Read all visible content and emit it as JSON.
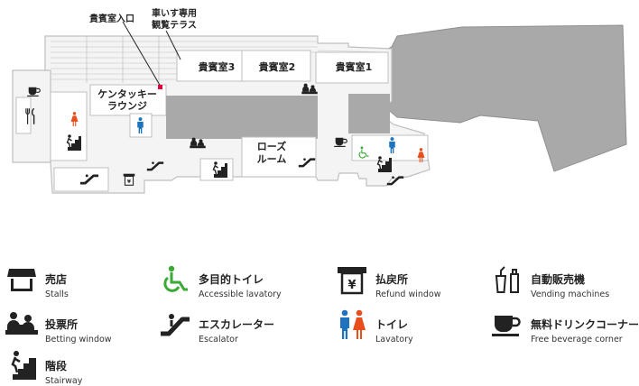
{
  "map": {
    "callouts": {
      "vip_entrance": "貴賓室入口",
      "wheelchair_terrace_line1": "車いす専用",
      "wheelchair_terrace_line2": "観覧テラス"
    },
    "rooms": {
      "vip3": "貴賓室3",
      "vip2": "貴賓室2",
      "vip1": "貴賓室1",
      "kentucky_line1": "ケンタッキー",
      "kentucky_line2": "ラウンジ",
      "rose_line1": "ローズ",
      "rose_line2": "ルーム"
    },
    "colors": {
      "floor": "#f4f4f4",
      "wall": "#cccccc",
      "stand": "#a9a9a9",
      "men": "#1e73be",
      "women": "#e84e1b",
      "accessible": "#3aaa35",
      "entrance_marker": "#e4003a"
    }
  },
  "legend": [
    {
      "icon": "stall-icon",
      "ja": "売店",
      "en": "Stalls"
    },
    {
      "icon": "accessible-toilet-icon",
      "ja": "多目的トイレ",
      "en": "Accessible lavatory"
    },
    {
      "icon": "refund-window-icon",
      "ja": "払戻所",
      "en": "Refund window"
    },
    {
      "icon": "vending-machine-icon",
      "ja": "自動販売機",
      "en": "Vending machines"
    },
    {
      "icon": "betting-window-icon",
      "ja": "投票所",
      "en": "Betting window"
    },
    {
      "icon": "escalator-icon",
      "ja": "エスカレーター",
      "en": "Escalator"
    },
    {
      "icon": "lavatory-icon",
      "ja": "トイレ",
      "en": "Lavatory"
    },
    {
      "icon": "beverage-corner-icon",
      "ja": "無料ドリンクコーナー",
      "en": "Free beverage corner"
    },
    {
      "icon": "stairway-icon",
      "ja": "階段",
      "en": "Stairway"
    }
  ]
}
